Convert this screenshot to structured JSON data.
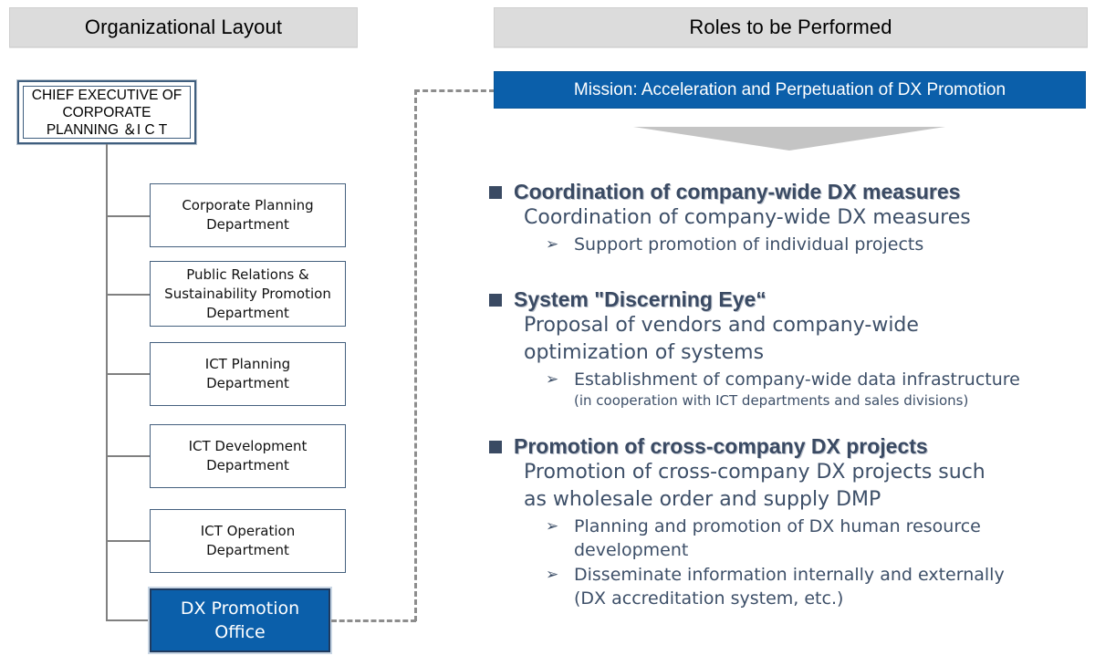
{
  "panels": {
    "left_title": "Organizational Layout",
    "right_title": "Roles to be Performed"
  },
  "org_chart": {
    "root": {
      "label": "CHIEF EXECUTIVE OF\nCORPORATE\nPLANNING ＆I C T"
    },
    "departments": [
      {
        "label": "Corporate  Planning\nDepartment"
      },
      {
        "label": "Public Relations &\nSustainability Promotion\nDepartment"
      },
      {
        "label": "ICT Planning\nDepartment"
      },
      {
        "label": "ICT Development\nDepartment"
      },
      {
        "label": "ICT Operation\nDepartment"
      }
    ],
    "highlighted_unit": {
      "label": "DX Promotion\nOffice"
    }
  },
  "roles": {
    "mission": "Mission: Acceleration and Perpetuation of DX Promotion",
    "blocks": [
      {
        "title": "Coordination of company-wide DX measures",
        "lead": "Coordination of company-wide DX measures",
        "items": [
          {
            "text": "Support promotion of individual projects",
            "note": ""
          }
        ]
      },
      {
        "title": "System \"Discerning Eye“",
        "lead": "Proposal of vendors and company-wide\noptimization of systems",
        "items": [
          {
            "text": "Establishment of company-wide data infrastructure",
            "note": "(in cooperation with ICT departments and sales divisions)"
          }
        ]
      },
      {
        "title": "Promotion of cross-company DX projects",
        "lead": "Promotion of cross-company DX projects such\nas wholesale order and supply DMP",
        "items": [
          {
            "text": "Planning and promotion of DX human resource\ndevelopment",
            "note": ""
          },
          {
            "text": "Disseminate information internally and externally\n(DX accreditation system, etc.)",
            "note": ""
          }
        ]
      }
    ],
    "bullet_glyph": "➢"
  },
  "colors": {
    "header_gray": "#dcdcdc",
    "accent_blue": "#0b5faa",
    "text_slate": "#3d4f68",
    "title_slate": "#3a4a63",
    "connector_gray": "#808080",
    "dashed_gray": "#8d8d8d",
    "arrow_gray": "#c4c4c4",
    "box_border": "#44607e"
  }
}
